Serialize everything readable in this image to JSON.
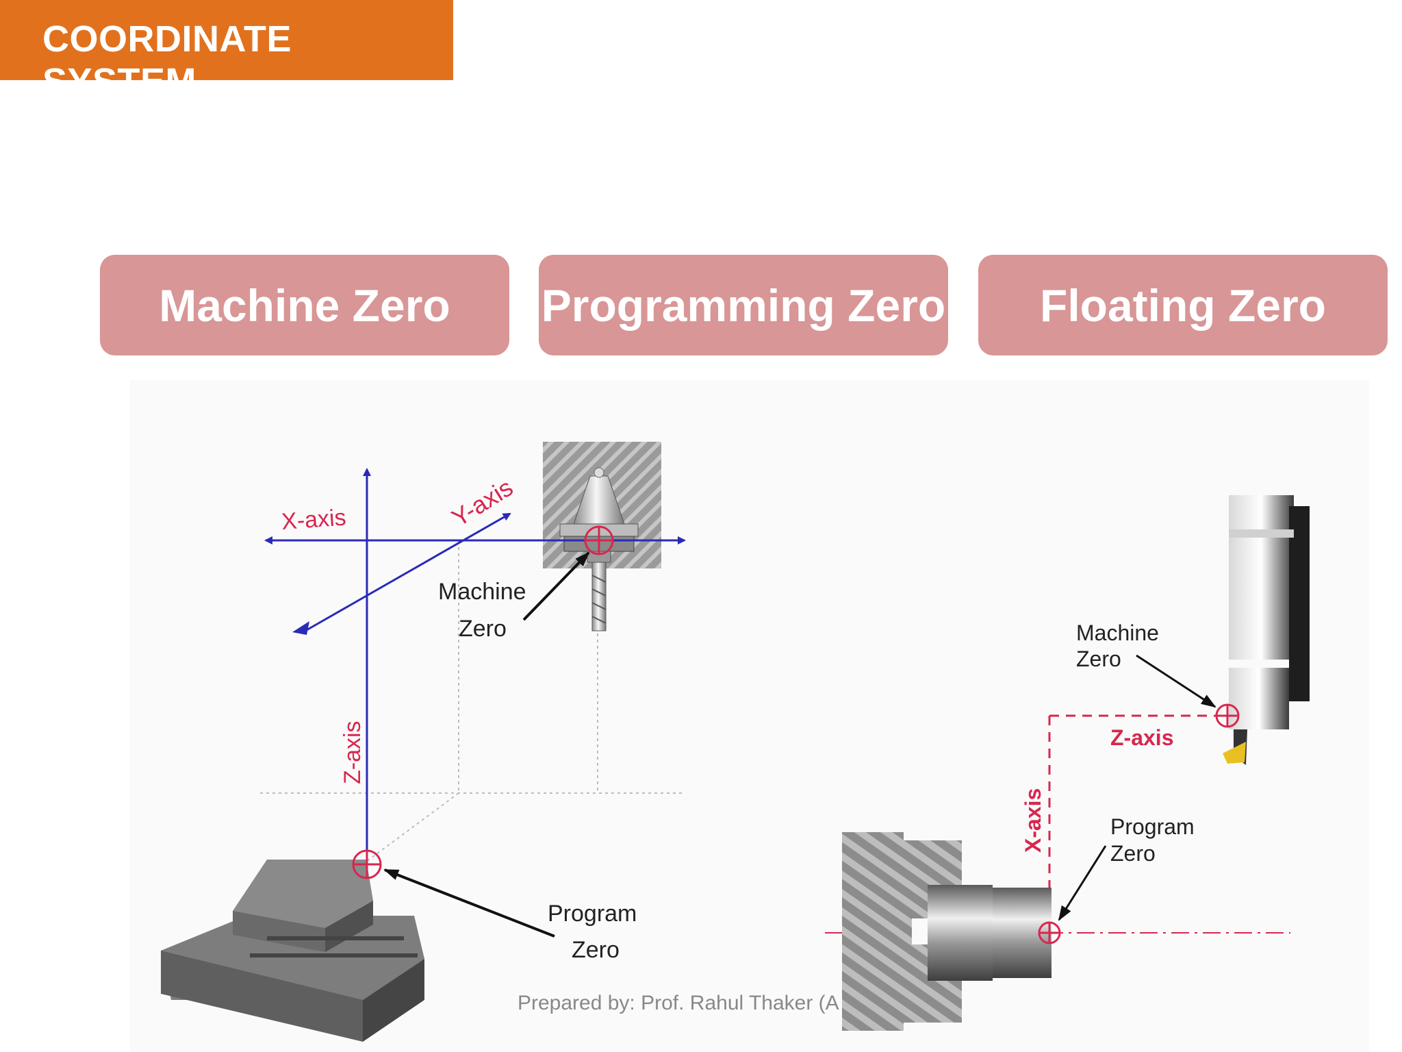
{
  "header": {
    "title": "COORDINATE SYSTEM"
  },
  "cards": [
    {
      "label": "Machine Zero"
    },
    {
      "label": "Programming Zero"
    },
    {
      "label": "Floating Zero"
    }
  ],
  "milling_diagram": {
    "x_axis": "X-axis",
    "y_axis": "Y-axis",
    "z_axis": "Z-axis",
    "machine_zero_line1": "Machine",
    "machine_zero_line2": "Zero",
    "program_zero_line1": "Program",
    "program_zero_line2": "Zero"
  },
  "lathe_diagram": {
    "machine_zero_line1": "Machine",
    "machine_zero_line2": "Zero",
    "z_axis": "Z-axis",
    "x_axis": "X-axis",
    "program_zero_line1": "Program",
    "program_zero_line2": "Zero"
  },
  "footer": {
    "text": "Prepared by: Prof. Rahul Thaker (A"
  },
  "colors": {
    "accent": "#e2711d",
    "card": "#d89696",
    "axis_blue": "#2a2ab8",
    "axis_red": "#d8264e"
  }
}
